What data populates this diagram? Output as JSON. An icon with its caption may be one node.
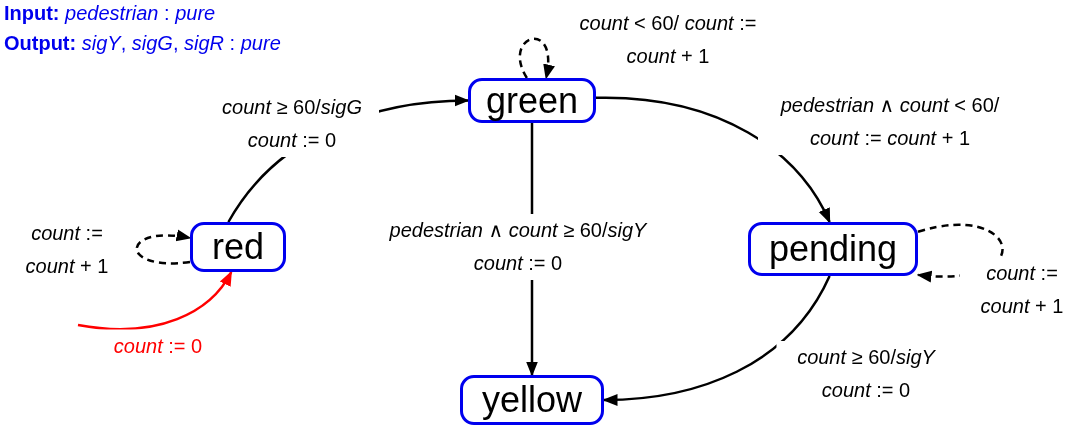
{
  "diagram": {
    "nodes": [
      {
        "text": [
          "green"
        ]
      },
      {
        "text": [
          "red"
        ]
      },
      {
        "text": [
          "pending"
        ]
      },
      {
        "text": [
          "yellow"
        ]
      }
    ],
    "edges": [
      {
        "from": 0,
        "to": 0,
        "arrow": "to",
        "style": "dashed",
        "label": "*count* < 60/ *count* := *count* + 1"
      },
      {
        "from": 1,
        "to": 0,
        "arrow": "to",
        "label": "*count* ≥ 60/*sigG* *count* := 0"
      },
      {
        "from": 1,
        "to": 1,
        "arrow": "to",
        "style": "dashed",
        "label": "*count* := *count* + 1"
      },
      {
        "from": null,
        "to": 1,
        "arrow": "to",
        "color": "#ff0000",
        "label": "*count* := 0"
      },
      {
        "from": 0,
        "to": 2,
        "arrow": "to",
        "label": "*pedestrian* ∧ *count* < 60/ *count* := *count* + 1"
      },
      {
        "from": 0,
        "to": 3,
        "arrow": "to",
        "label": "*pedestrian* ∧ *count* ≥ 60/*sigY* *count* := 0"
      },
      {
        "from": 2,
        "to": 2,
        "arrow": "to",
        "style": "dashed",
        "label": "*count* := *count* + 1"
      },
      {
        "from": 2,
        "to": 3,
        "arrow": "to",
        "label": "*count* ≥ 60/*sigY* *count* := 0"
      }
    ],
    "labels": [
      "**Input:** *pedestrian* : *pure*",
      "**Output:** *sigY*, *sigG*, *sigR* : *pure*"
    ]
  }
}
